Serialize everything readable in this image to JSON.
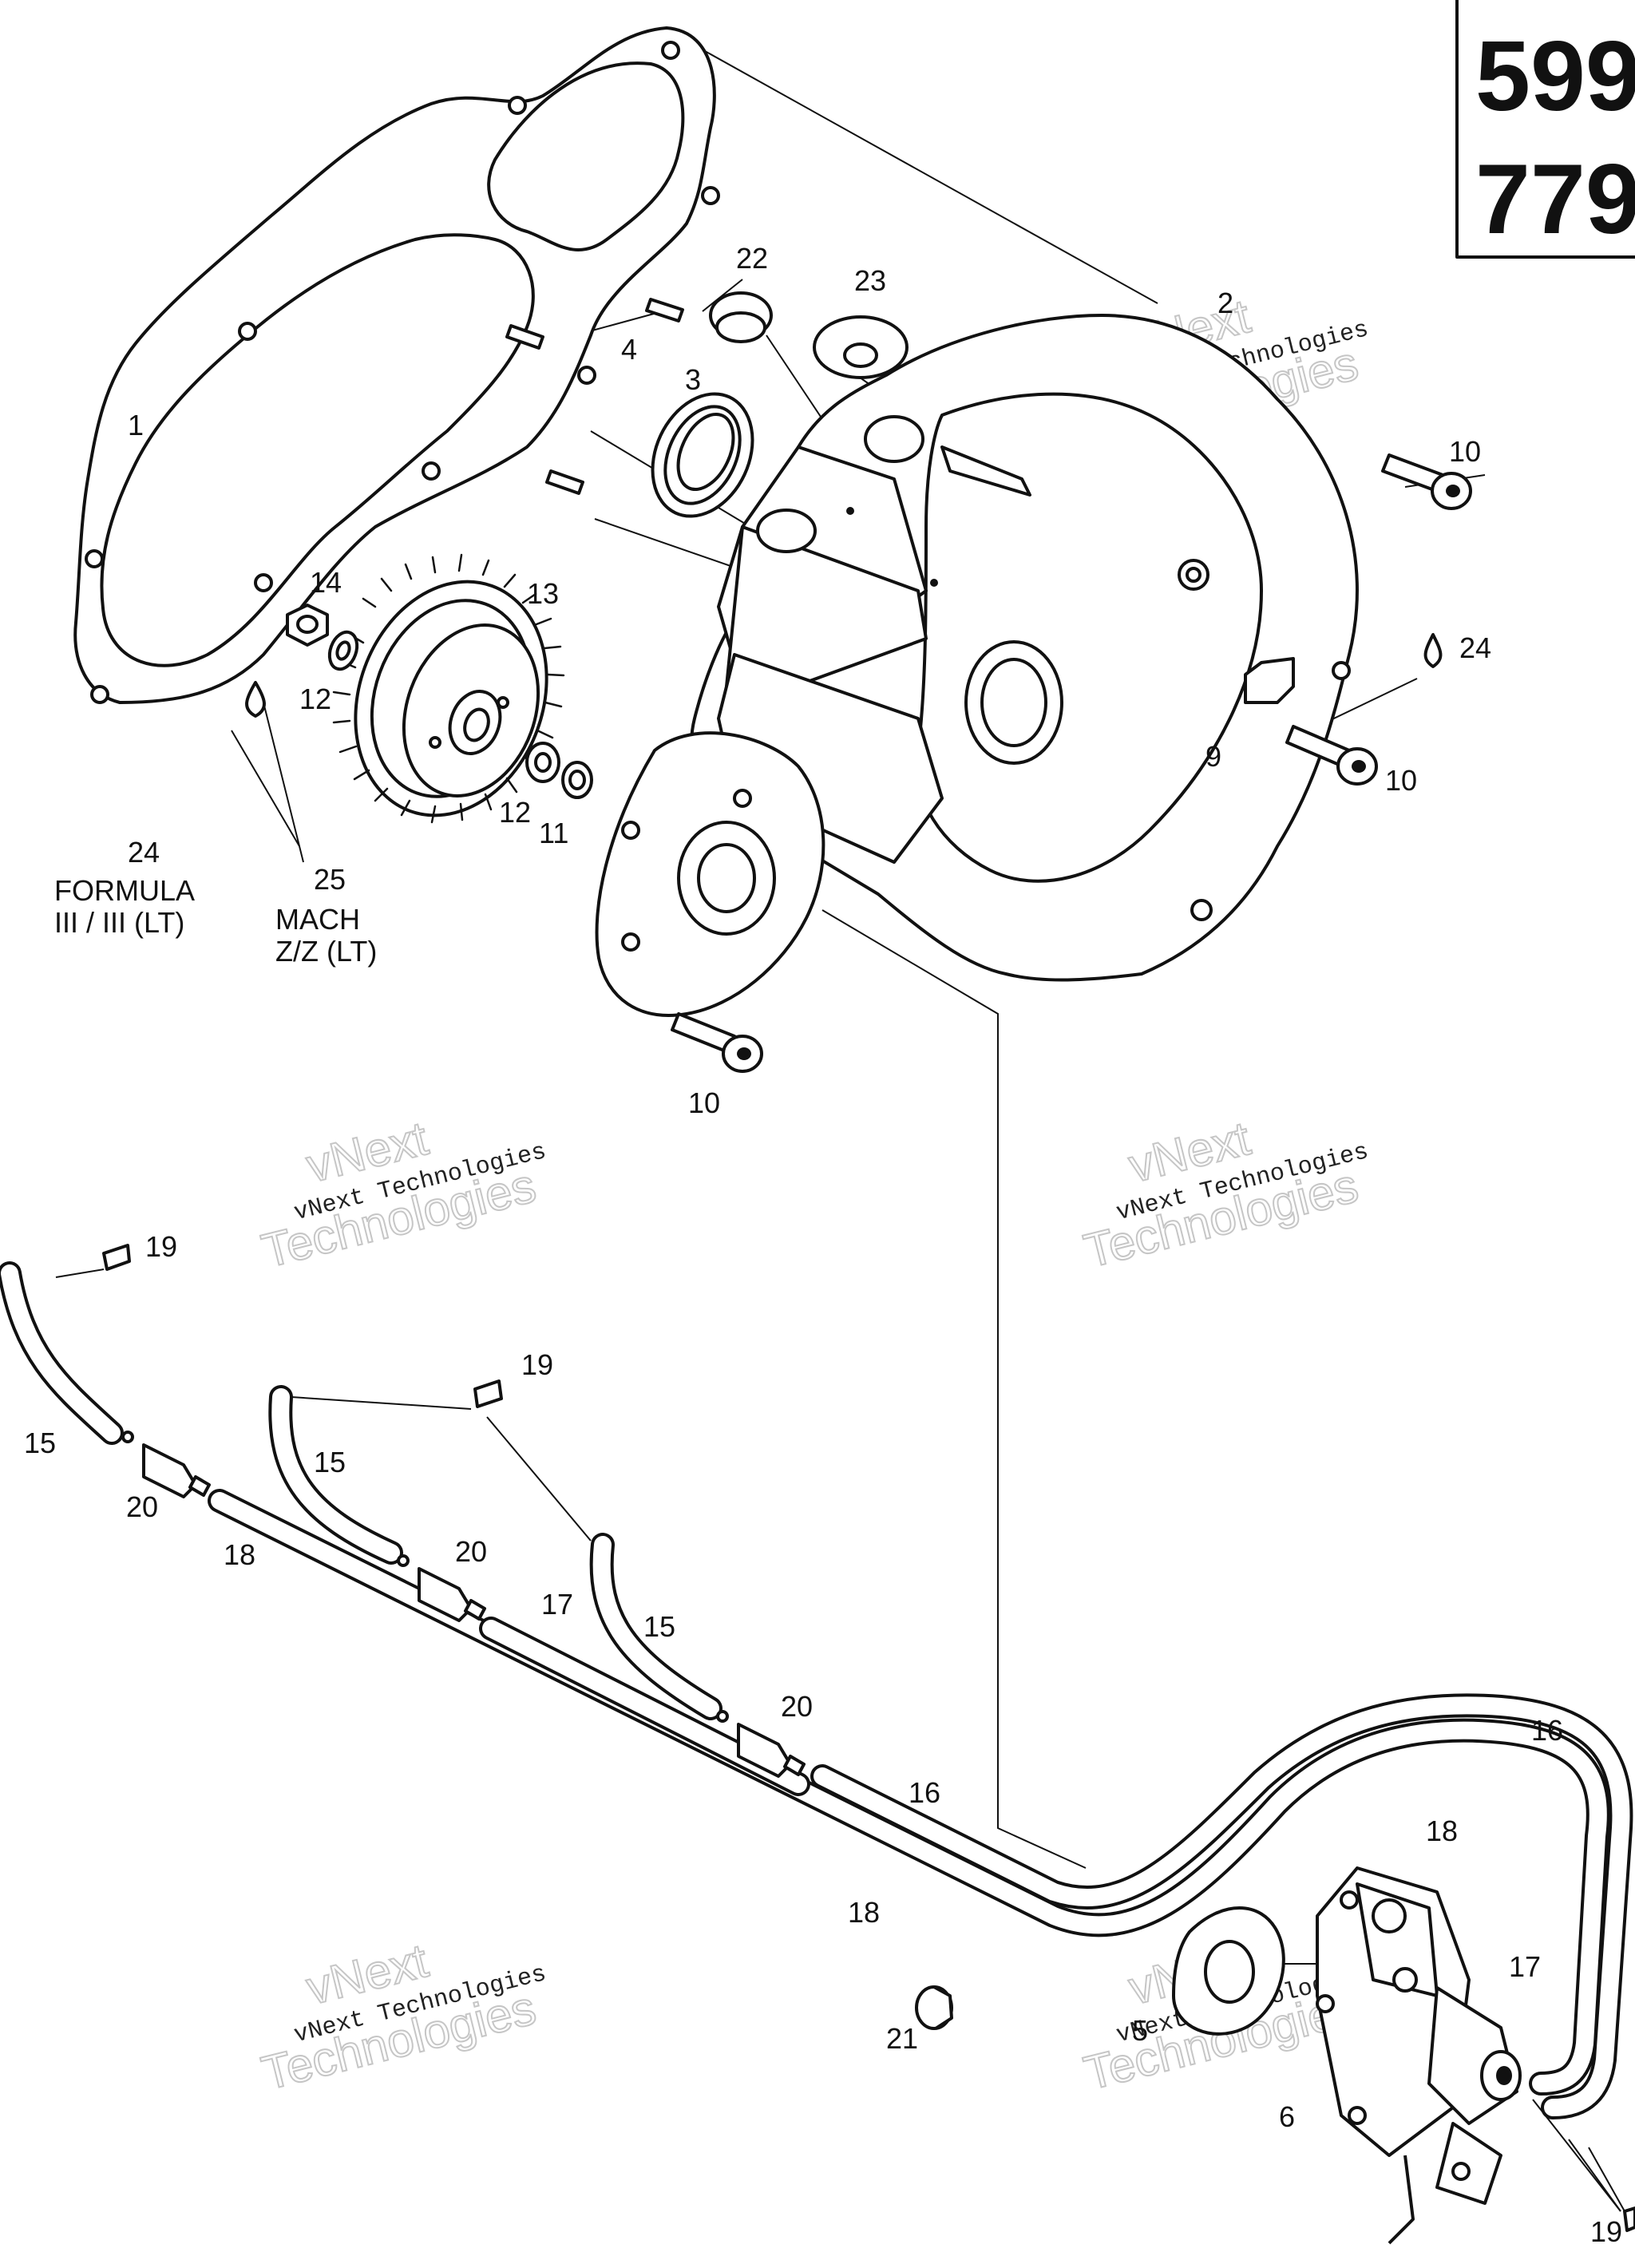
{
  "model_box": {
    "line1": "599",
    "line2": "779"
  },
  "callouts": [
    {
      "id": "c1",
      "text": "1"
    },
    {
      "id": "c2",
      "text": "2"
    },
    {
      "id": "c3",
      "text": "3"
    },
    {
      "id": "c4",
      "text": "4"
    },
    {
      "id": "c5",
      "text": "5"
    },
    {
      "id": "c6",
      "text": "6"
    },
    {
      "id": "c9",
      "text": "9"
    },
    {
      "id": "c10a",
      "text": "10"
    },
    {
      "id": "c10b",
      "text": "10"
    },
    {
      "id": "c10c",
      "text": "10"
    },
    {
      "id": "c11",
      "text": "11"
    },
    {
      "id": "c12a",
      "text": "12"
    },
    {
      "id": "c12b",
      "text": "12"
    },
    {
      "id": "c13",
      "text": "13"
    },
    {
      "id": "c14",
      "text": "14"
    },
    {
      "id": "c15a",
      "text": "15"
    },
    {
      "id": "c15b",
      "text": "15"
    },
    {
      "id": "c15c",
      "text": "15"
    },
    {
      "id": "c16a",
      "text": "16"
    },
    {
      "id": "c16b",
      "text": "16"
    },
    {
      "id": "c17a",
      "text": "17"
    },
    {
      "id": "c17b",
      "text": "17"
    },
    {
      "id": "c18a",
      "text": "18"
    },
    {
      "id": "c18b",
      "text": "18"
    },
    {
      "id": "c18c",
      "text": "18"
    },
    {
      "id": "c19a",
      "text": "19"
    },
    {
      "id": "c19b",
      "text": "19"
    },
    {
      "id": "c19c",
      "text": "19"
    },
    {
      "id": "c20a",
      "text": "20"
    },
    {
      "id": "c20b",
      "text": "20"
    },
    {
      "id": "c20c",
      "text": "20"
    },
    {
      "id": "c21",
      "text": "21"
    },
    {
      "id": "c22",
      "text": "22"
    },
    {
      "id": "c23",
      "text": "23"
    },
    {
      "id": "c24a",
      "text": "24"
    },
    {
      "id": "c24b",
      "text": "24"
    },
    {
      "id": "c25",
      "text": "25"
    }
  ],
  "notes": {
    "formula_line1": "FORMULA",
    "formula_line2": "III / III (LT)",
    "mach_line1": "MACH",
    "mach_line2": "Z/Z (LT)"
  },
  "watermark": {
    "brand": "vNext",
    "company": "Technologies",
    "label": "vNext Technologies"
  }
}
